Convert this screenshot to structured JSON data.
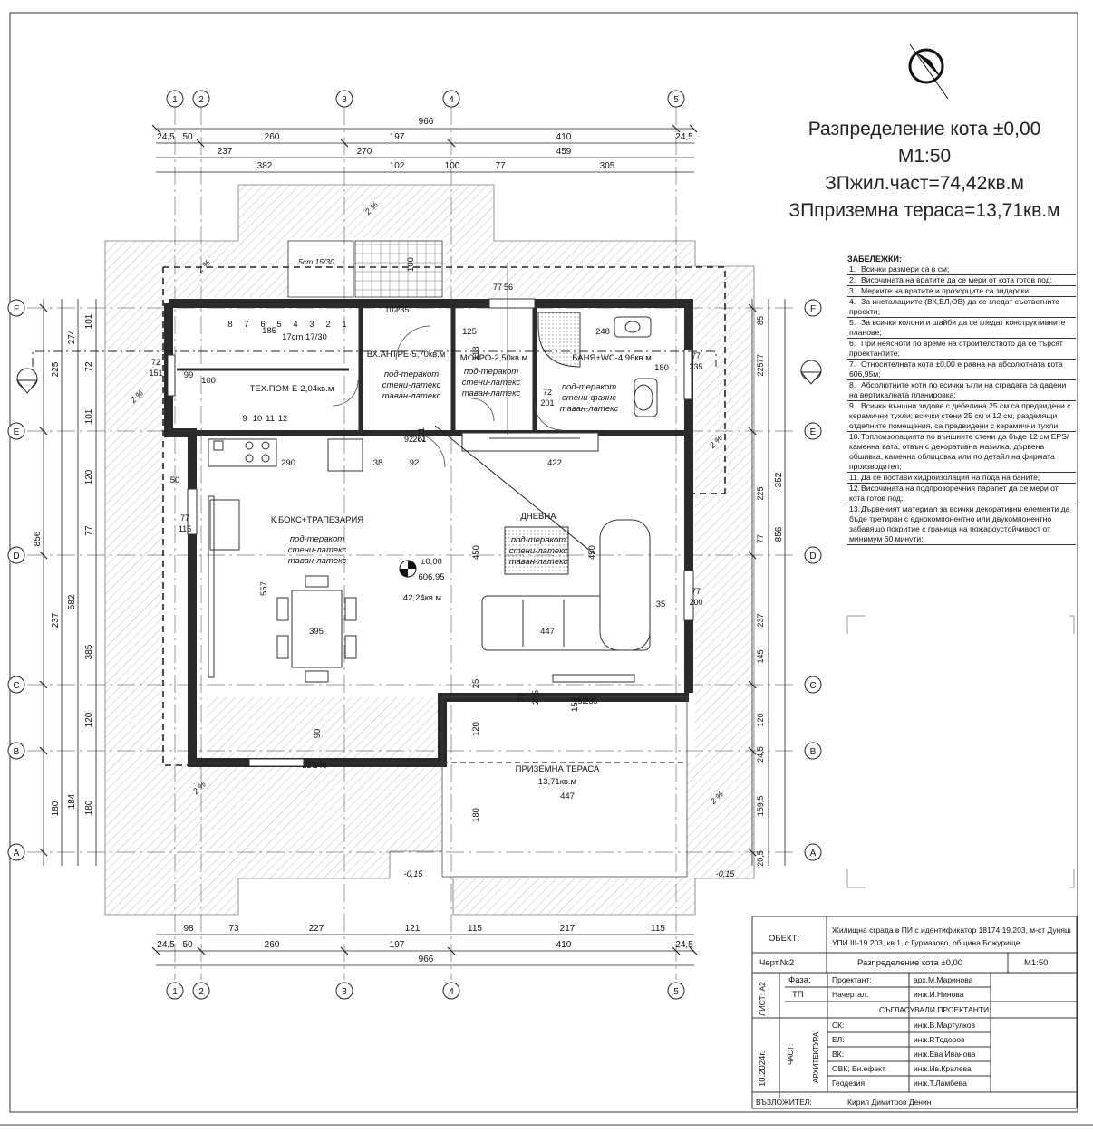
{
  "heading": {
    "line1": "Разпределение кота ±0,00",
    "line2": "М1:50",
    "line3": "ЗПжил.част=74,42кв.м",
    "line4": "ЗПприземна тераса=13,71кв.м"
  },
  "grid_axes": {
    "vertical": [
      "1",
      "2",
      "3",
      "4",
      "5"
    ],
    "horizontal": [
      "F",
      "E",
      "D",
      "C",
      "B",
      "A"
    ]
  },
  "dimensions_top": {
    "overall": "966",
    "row1": [
      "24,5",
      "50",
      "260",
      "197",
      "410",
      "24,5"
    ],
    "row2": [
      "237",
      "270",
      "459"
    ],
    "row3": [
      "382",
      "102",
      "100",
      "77",
      "305"
    ]
  },
  "dimensions_bottom": {
    "row1": [
      "98",
      "73",
      "227",
      "121",
      "115",
      "217",
      "115"
    ],
    "row2": [
      "24,5",
      "50",
      "260",
      "197",
      "410",
      "24,5"
    ],
    "overall": "966"
  },
  "dimensions_left": {
    "overall": "856",
    "col1": [
      "225",
      "237",
      "180"
    ],
    "col2": [
      "274",
      "582",
      "184"
    ],
    "col3": [
      "101",
      "72",
      "101",
      "120",
      "77",
      "385",
      "120",
      "180"
    ]
  },
  "dimensions_right": {
    "col1": [
      "85",
      "77",
      "225",
      "225",
      "77",
      "237",
      "145",
      "120",
      "24,5",
      "159,5",
      "20,5"
    ],
    "col2": [
      "352",
      "856"
    ]
  },
  "rooms": {
    "tech": "ТЕХ.ПОМ-Е-2,04кв.м",
    "entry": "ВХ.АНТРЕ-5,70кв.м",
    "wet": "МОКРО-2,50кв.м",
    "bath": "БАНЯ+WC-4,96кв.м",
    "kitchen": "К.БОКС+ТРАПЕЗАРИЯ",
    "living": "ДНЕВНА",
    "terrace": "ПРИЗЕМНА ТЕРАСА",
    "terrace_area": "13,71кв.м",
    "main_area": "42,24кв.м",
    "level": "±0,00",
    "abs_level": "606,95"
  },
  "finishes": {
    "floor": "под-теракот",
    "walls": "стени-латекс",
    "ceiling": "таван-латекс",
    "walls_tiles": "стени-фаянс"
  },
  "inner_dims": [
    "185",
    "125",
    "248",
    "290",
    "38",
    "92",
    "422",
    "395",
    "557",
    "450",
    "450",
    "447",
    "447",
    "90",
    "180",
    "120",
    "100",
    "99",
    "100",
    "180",
    "50",
    "35",
    "118",
    "201",
    "235",
    "77",
    "152",
    "25"
  ],
  "stair": {
    "upper_steps": [
      "8",
      "7",
      "6",
      "5",
      "4",
      "3",
      "2",
      "1"
    ],
    "lower_steps": [
      "9",
      "10",
      "11",
      "12"
    ],
    "riser": "17cm 17/30",
    "label_5": "5cm 15/30"
  },
  "door_marks": [
    "72",
    "151",
    "77",
    "115",
    "77",
    "56",
    "102",
    "235",
    "92",
    "201",
    "77",
    "235",
    "152",
    "235",
    "227",
    "146",
    "72",
    "201",
    "77",
    "200"
  ],
  "slope_labels": [
    "2 %",
    "2 %",
    "2 %",
    "2 %",
    "2 %",
    "2 %"
  ],
  "level_labels": [
    "-0,15",
    "-0,15"
  ],
  "notes": {
    "title": "ЗАБЕЛЕЖКИ:",
    "items": [
      {
        "n": "1.",
        "t": "Всички размери са в см;"
      },
      {
        "n": "2.",
        "t": "Височината на вратите да се мери от кота готов под;"
      },
      {
        "n": "3.",
        "t": "Мерките на вратите и прозорците са зидарски;"
      },
      {
        "n": "4.",
        "t": "За инсталациите (ВК,ЕЛ,ОВ) да се гледат съответните проекти;"
      },
      {
        "n": "5.",
        "t": "За всички колони и шайби да се гледат конструктивните планове;"
      },
      {
        "n": "6.",
        "t": "При неясноти по време на строителството да се търсят проектантите;"
      },
      {
        "n": "7.",
        "t": "Относителната кота ±0,00 е равна на абсолютната кота 606,95м;"
      },
      {
        "n": "8.",
        "t": "Абсолютните коти по всички ъгли на сградата са дадени на вертикалната планировка;"
      },
      {
        "n": "9.",
        "t": "Всички външни зидове с дебелина 25 см са предвидени с керамични тухли; всички стени 25 см и 12 см, разделящи отделните помещения, са предвидени с керамични тухли;"
      },
      {
        "n": "10.",
        "t": "Топлоизолацията по външните стени да бъде 12 см EPS/каменна вата, отвън с декоративна мазилка, дървена обшивка, каменна облицовка или по детайл на фирмата производител;"
      },
      {
        "n": "11.",
        "t": "Да се постави хидроизолация на пода на баните;"
      },
      {
        "n": "12.",
        "t": "Височината на подпрозоречния парапет да се мери от кота готов под;"
      },
      {
        "n": "13.",
        "t": "Дървеният материал за всички декоративни елементи да бъде третиран с еднокомпонентно или двукомпонентно забавящо покритие с граница на пожароустойчивост от минимум 60 минути;"
      }
    ]
  },
  "title_block": {
    "object_label": "ОБЕКТ:",
    "object_line1": "Жилищна сграда в ПИ с идентификатор 18174.19.203, м-ст Дуняш",
    "object_line2": "УПИ III-19.203, кв.1, с.Гурмазово, община Божурище",
    "drawing_no_label": "Черт.№2",
    "drawing_title": "Разпределение кота ±0,00",
    "scale": "М1:50",
    "sheet": "ЛИСТ: А2",
    "phase_label": "Фаза:",
    "phase_value": "ТП",
    "designer_label": "Проектант:",
    "designer_value": "арх.М.Маринова",
    "drafter_label": "Начертал:",
    "drafter_value": "инж.И.Нинова",
    "agreed": "СЪГЛАСУВАЛИ ПРОЕКТАНТИ:",
    "date": "10.2024г.",
    "part_label": "ЧАСТ:",
    "part_value": "АРХИТЕКТУРА",
    "rows": [
      {
        "k": "СК:",
        "v": "инж.В.Мартулков"
      },
      {
        "k": "ЕЛ:",
        "v": "инж.Р.Тодоров"
      },
      {
        "k": "ВК:",
        "v": "инж.Ева Иванова"
      },
      {
        "k": "ОВК; Ен.ефект.",
        "v": "инж.Ив.Кралева"
      },
      {
        "k": "Геодезия",
        "v": "инж.Т.Ламбева"
      }
    ],
    "client_label": "ВЪЗЛОЖИТЕЛ:",
    "client_value": "Кирил Димитров Денин"
  },
  "colors": {
    "wall": "#2a2a2a",
    "hatch": "#9a9a9a",
    "line": "#1a1a1a"
  }
}
